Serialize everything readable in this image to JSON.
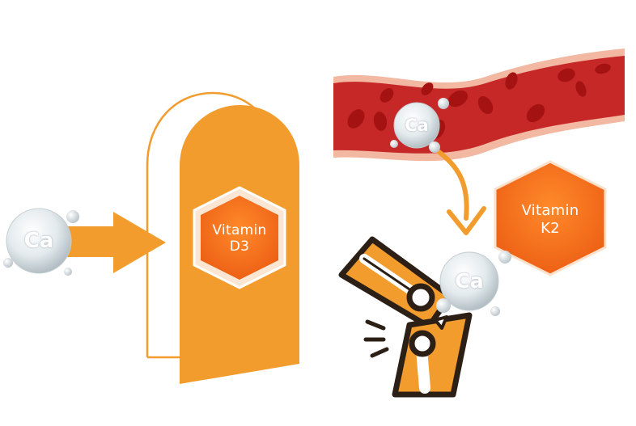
{
  "labels": {
    "calcium_left": "Ca",
    "calcium_vessel": "Ca",
    "calcium_joint": "Ca",
    "vitamin_d3_line1": "Vitamin",
    "vitamin_d3_line2": "D3",
    "vitamin_k2_line1": "Vitamin",
    "vitamin_k2_line2": "K2"
  },
  "colors": {
    "orange": "#f39c2e",
    "orange_dark": "#e8801f",
    "hexagon_fill": "#f06a1a",
    "blood_vessel": "#c62828",
    "blood_vessel_edge": "#f2b8a2",
    "blood_cell": "#a51212",
    "joint_outline": "#2c2016",
    "bubble": "#d9e1e4"
  },
  "icons": [
    "calcium-bubble-icon",
    "arrow-right-icon",
    "door-icon",
    "hexagon-badge-icon",
    "blood-vessel-icon",
    "curved-arrow-icon",
    "knee-joint-icon",
    "pain-lines-icon"
  ]
}
